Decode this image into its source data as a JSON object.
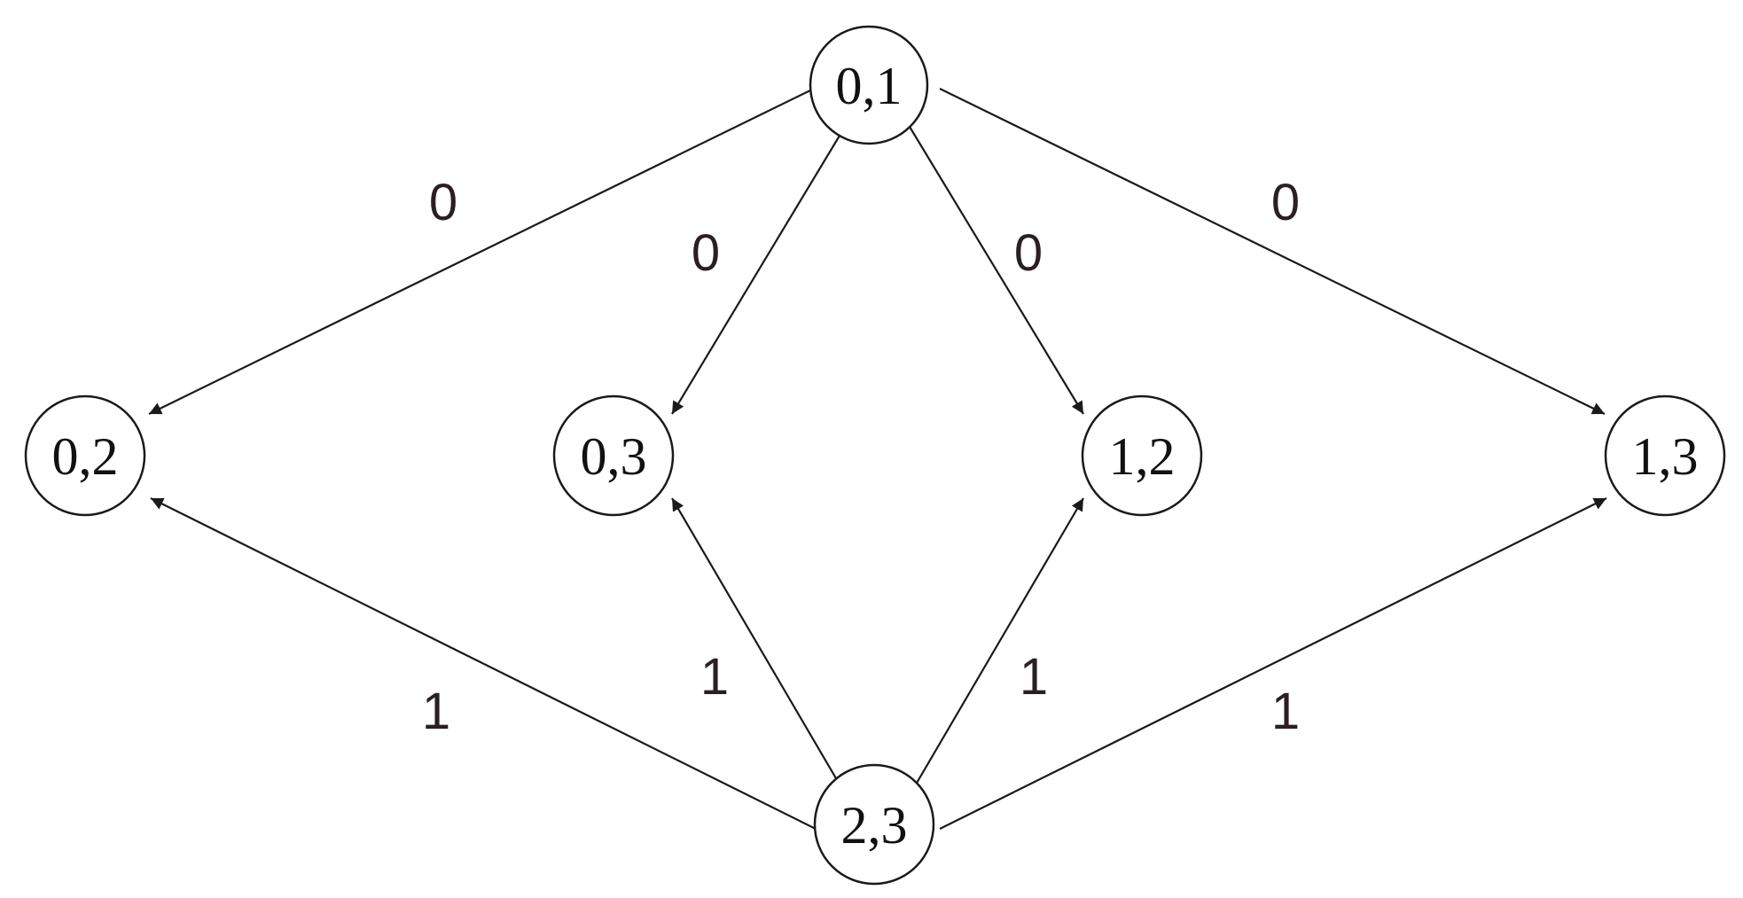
{
  "diagram": {
    "nodes": [
      {
        "id": "n01",
        "label": "0,1"
      },
      {
        "id": "n02",
        "label": "0,2"
      },
      {
        "id": "n03",
        "label": "0,3"
      },
      {
        "id": "n12",
        "label": "1,2"
      },
      {
        "id": "n13",
        "label": "1,3"
      },
      {
        "id": "n23",
        "label": "2,3"
      }
    ],
    "edges": [
      {
        "id": "e01-02",
        "from": "0,1",
        "to": "0,2",
        "label": "0"
      },
      {
        "id": "e01-03",
        "from": "0,1",
        "to": "0,3",
        "label": "0"
      },
      {
        "id": "e01-12",
        "from": "0,1",
        "to": "1,2",
        "label": "0"
      },
      {
        "id": "e01-13",
        "from": "0,1",
        "to": "1,3",
        "label": "0"
      },
      {
        "id": "e23-02",
        "from": "2,3",
        "to": "0,2",
        "label": "1"
      },
      {
        "id": "e23-03",
        "from": "2,3",
        "to": "0,3",
        "label": "1"
      },
      {
        "id": "e23-12",
        "from": "2,3",
        "to": "1,2",
        "label": "1"
      },
      {
        "id": "e23-13",
        "from": "2,3",
        "to": "1,3",
        "label": "1"
      }
    ]
  }
}
